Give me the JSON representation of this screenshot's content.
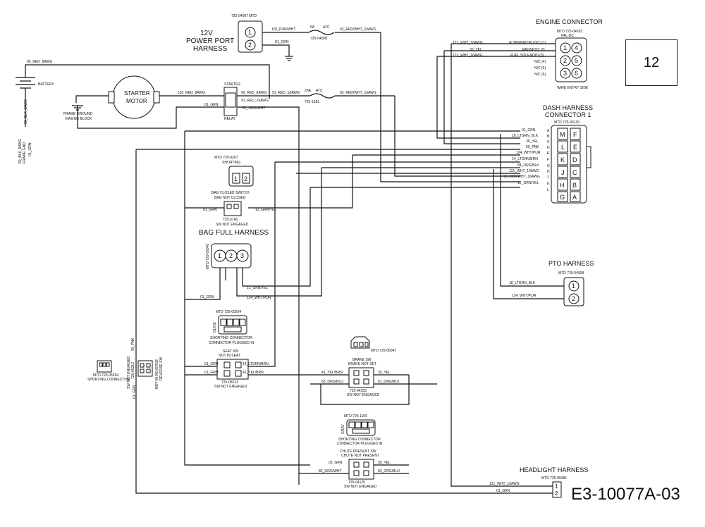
{
  "page_number": "12",
  "doc_code": "E3-10077A-03",
  "power_port": {
    "part": "725-04007 MTD",
    "title1": "12V",
    "title2": "POWER PORT",
    "title3": "HARNESS",
    "pin1": "1",
    "pin2": "2"
  },
  "fuses": {
    "f5a_label": "5A",
    "f5a_type": "ATC",
    "f5a_part": "725-04008",
    "f20a_label": "20A",
    "f20a_type": "ATC",
    "f20a_part": "725-1381"
  },
  "battery_label": "BATTERY",
  "starter": {
    "line1": "STARTER",
    "line2": "MOTOR"
  },
  "ground": {
    "line1": "FRAME GROUND",
    "line2": "VIA ENG BLOCK",
    "frame_gnd_1": "80_BLK_8AWG",
    "frame_gnd_2": "FRAME GND",
    "frame_gnd_3": "01_GRN"
  },
  "relay": {
    "top": "STARTER",
    "bottom": "RELAY"
  },
  "wires": {
    "w90": "90_RED_8AWG",
    "w102": "102_PUR/WHT",
    "w01_grn_pp": "01_GRN",
    "w92_top": "92_RED/WHT_16AWG",
    "w120": "120_RED_8AWG",
    "w90b": "90_RED_8AWG",
    "w91": "91_RED_16AWG",
    "w91b": "91_RED_16AWG",
    "w92_mid": "92_RED/WHT_16AWG",
    "w01_grn_relay": "01_GRN",
    "w82": "82_ORG/WHT"
  },
  "engine_connector": {
    "title": "ENGINE CONNECTOR",
    "part": "MTD 725-04053",
    "sub": "PAL-DC",
    "footer": "WIRE ENTRY SIDE",
    "rows": [
      {
        "wire": "121_WHT_16AWG",
        "label": "ALTERNATOR (DC) (1)"
      },
      {
        "wire": "30_YEL",
        "label": "MAGNETO (2)"
      },
      {
        "wire": "121_WHT_16AWG",
        "label": "FUEL SOLENOID (3)"
      },
      {
        "wire": "",
        "label": "N/C (4)"
      },
      {
        "wire": "",
        "label": "N/C (5)"
      },
      {
        "wire": "",
        "label": "N/C (6)"
      }
    ],
    "pins": [
      "1",
      "2",
      "3",
      "4",
      "5",
      "6"
    ]
  },
  "dash": {
    "title1": "DASH HARNESS",
    "title2": "CONNECTOR 1",
    "part": "MTD 725-05130",
    "rows": [
      {
        "wire": "01_GRN",
        "pin": "A"
      },
      {
        "wire": "18_LTGRN_BLK",
        "pin": "B"
      },
      {
        "wire": "30_YEL",
        "pin": "C"
      },
      {
        "wire": "50_PNK",
        "pin": "D"
      },
      {
        "wire": "124_WHT/PUR",
        "pin": "E"
      },
      {
        "wire": "14_LTGRN/BRN",
        "pin": "F"
      },
      {
        "wire": "84_ORG/BLK",
        "pin": "G"
      },
      {
        "wire": "121_WHT_16AWG",
        "pin": "H"
      },
      {
        "wire": "92_RED/WHT_16AWG",
        "pin": "J"
      },
      {
        "wire": "12_GRN/YEL",
        "pin": "K"
      },
      {
        "wire": "",
        "pin": "L"
      }
    ],
    "grid": [
      "M",
      "F",
      "L",
      "E",
      "K",
      "D",
      "J",
      "C",
      "H",
      "B",
      "G",
      "A"
    ]
  },
  "pto": {
    "title": "PTO HARNESS",
    "part": "MTD 725-04008",
    "w1": "18_LTGRN_BLK",
    "w2": "124_WHT/PUR",
    "pin1": "1",
    "pin2": "2"
  },
  "headlight": {
    "title": "HEADLIGHT HARNESS",
    "part": "MTD 725-05081",
    "w1": "121_WHT_16AWG",
    "w2": "01_GRN",
    "pin1": "1",
    "pin2": "2"
  },
  "bag_shorting": {
    "part": "MTD 725-0267",
    "sub": "SHORTING",
    "pin1": "1",
    "pin2": "2"
  },
  "bag_closed_sw": {
    "line1": "BAG CLOSED SWITCH",
    "line2": "BAG NOT CLOSED",
    "part": "725-3166",
    "state": "SW NOT ENGAGED",
    "w_left": "01_GRN",
    "w_right": "12_GRN/YEL"
  },
  "bag_full": {
    "title": "BAG FULL HARNESS",
    "side": "MTD 725-05045",
    "w1": "12_GRN/YEL",
    "w2": "01_GRN",
    "w3": "124_WHT/PUR",
    "pins": [
      "1",
      "2",
      "3"
    ]
  },
  "shorting_seat": {
    "part": "MTD 725-05264",
    "side": "OLIVE",
    "line1": "SHORTING CONNECTOR",
    "line2": "CONNECTOR PLUGGED IN"
  },
  "seat_sw": {
    "line1": "SEAT SW",
    "line2": "NOT IN SEAT",
    "part": "725-05013",
    "state": "SW NOT ENGAGED",
    "w1": "01_GRN",
    "w2": "14_LTGRN/BRN",
    "w3": "01_GRN",
    "w4": "41_YEL/BRN"
  },
  "left_cluster": {
    "a": "MTD 725-05264",
    "b": "SHORTING CONNECTOR",
    "c": "SW NOT ENGAGED",
    "d": "725-05213",
    "e": "50_PNK",
    "f": "01_GRN",
    "g": "NOT IN REVERSE",
    "h": "REVERSE SW"
  },
  "brake_sw": {
    "part": "MTD 725-05047",
    "line1": "BRAKE SW",
    "line2": "BRAKE NOT SET",
    "part2": "725-04353",
    "state": "SW NOT ENGAGED",
    "w1": "41_YEL/BRN",
    "w2": "30_YEL",
    "w3": "83_ORG/BLU",
    "w4": "01_ORG/BLK"
  },
  "chute_shorting": {
    "part": "MTD 725-1100",
    "side": "GRAY",
    "line1": "SHORTING CONNECTOR",
    "line2": "CONNECTOR PLUGGED IN"
  },
  "chute_sw": {
    "line1": "CHUTE PRESENT SW",
    "line2": "CHUTE NOT PRESENT",
    "part": "725-04125",
    "state": "SW NOT ENGAGED",
    "w1": "01_GRN",
    "w2": "30_YEL",
    "w3": "82_ORG/WHT",
    "w4": "83_ORG/BLU"
  }
}
